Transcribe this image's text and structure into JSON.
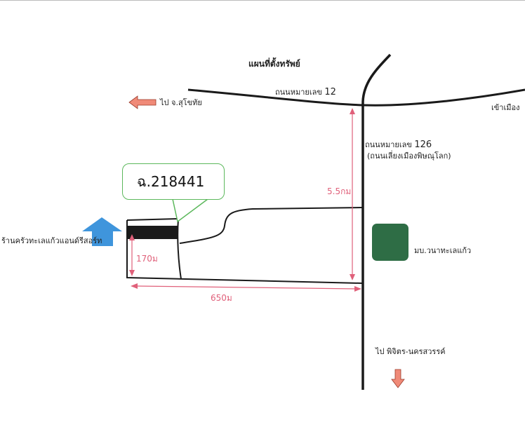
{
  "map": {
    "title": "แผนที่ตั้งทรัพย์",
    "road_12": {
      "prefix": "ถนนหมายเลข",
      "number": "12"
    },
    "road_126": {
      "prefix": "ถนนหมายเลข",
      "number": "126"
    },
    "bypass_name": "(ถนนเลี่ยงเมืองพิษณุโลก)",
    "to_sukhothai": "ไป จ.สุโขทัย",
    "to_city": "เข้าเมือง",
    "to_phichit": "ไป พิจิตร-นครสวรรค์",
    "deed_number": "ฉ.218441",
    "distance_to_road": "5.5กม",
    "plot_depth": "170ม",
    "plot_width": "650ม",
    "shop_name": "ร้านครัวทะเลแก้วแอนด์รีสอร์ท",
    "village_name": "มบ.วนาทะเลแก้ว",
    "colors": {
      "arrow_salmon": "#f08a78",
      "arrow_blue": "#3f95dc",
      "dimension_pink": "#e0607a",
      "village_green": "#2e6d45",
      "callout_green": "#5cb85c",
      "plot_band": "#1a1a1a"
    }
  }
}
